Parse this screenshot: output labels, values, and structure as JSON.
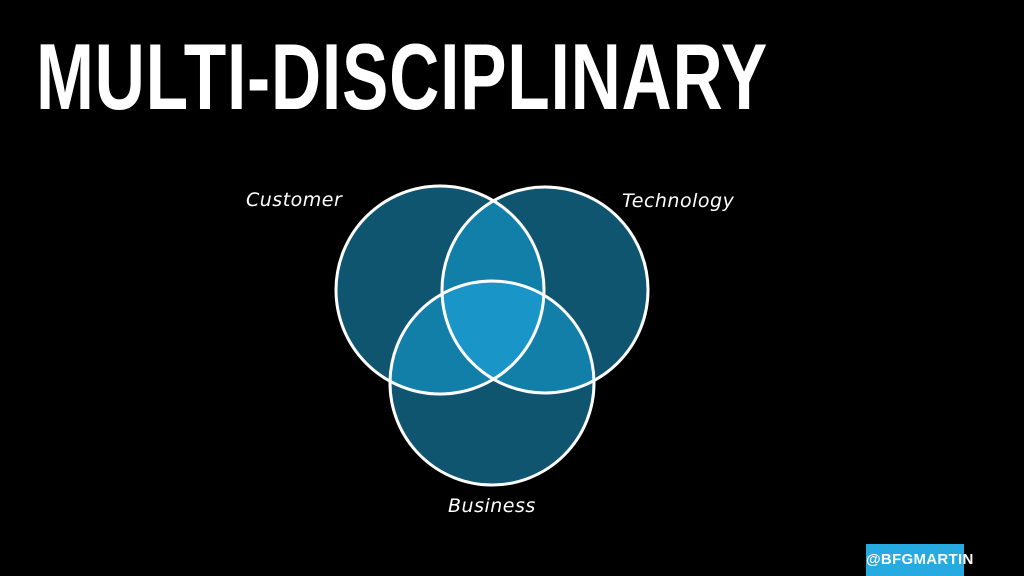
{
  "slide": {
    "title": "MULTI-DISCIPLINARY",
    "handle": "@BFGMARTIN"
  },
  "venn": {
    "labels": {
      "customer": "Customer",
      "technology": "Technology",
      "business": "Business"
    },
    "colors": {
      "single": "#0f5570",
      "pair": "#127fa8",
      "center": "#1a95c8",
      "outline": "#ffffff",
      "background": "#000000",
      "badge": "#27a9e1"
    }
  }
}
